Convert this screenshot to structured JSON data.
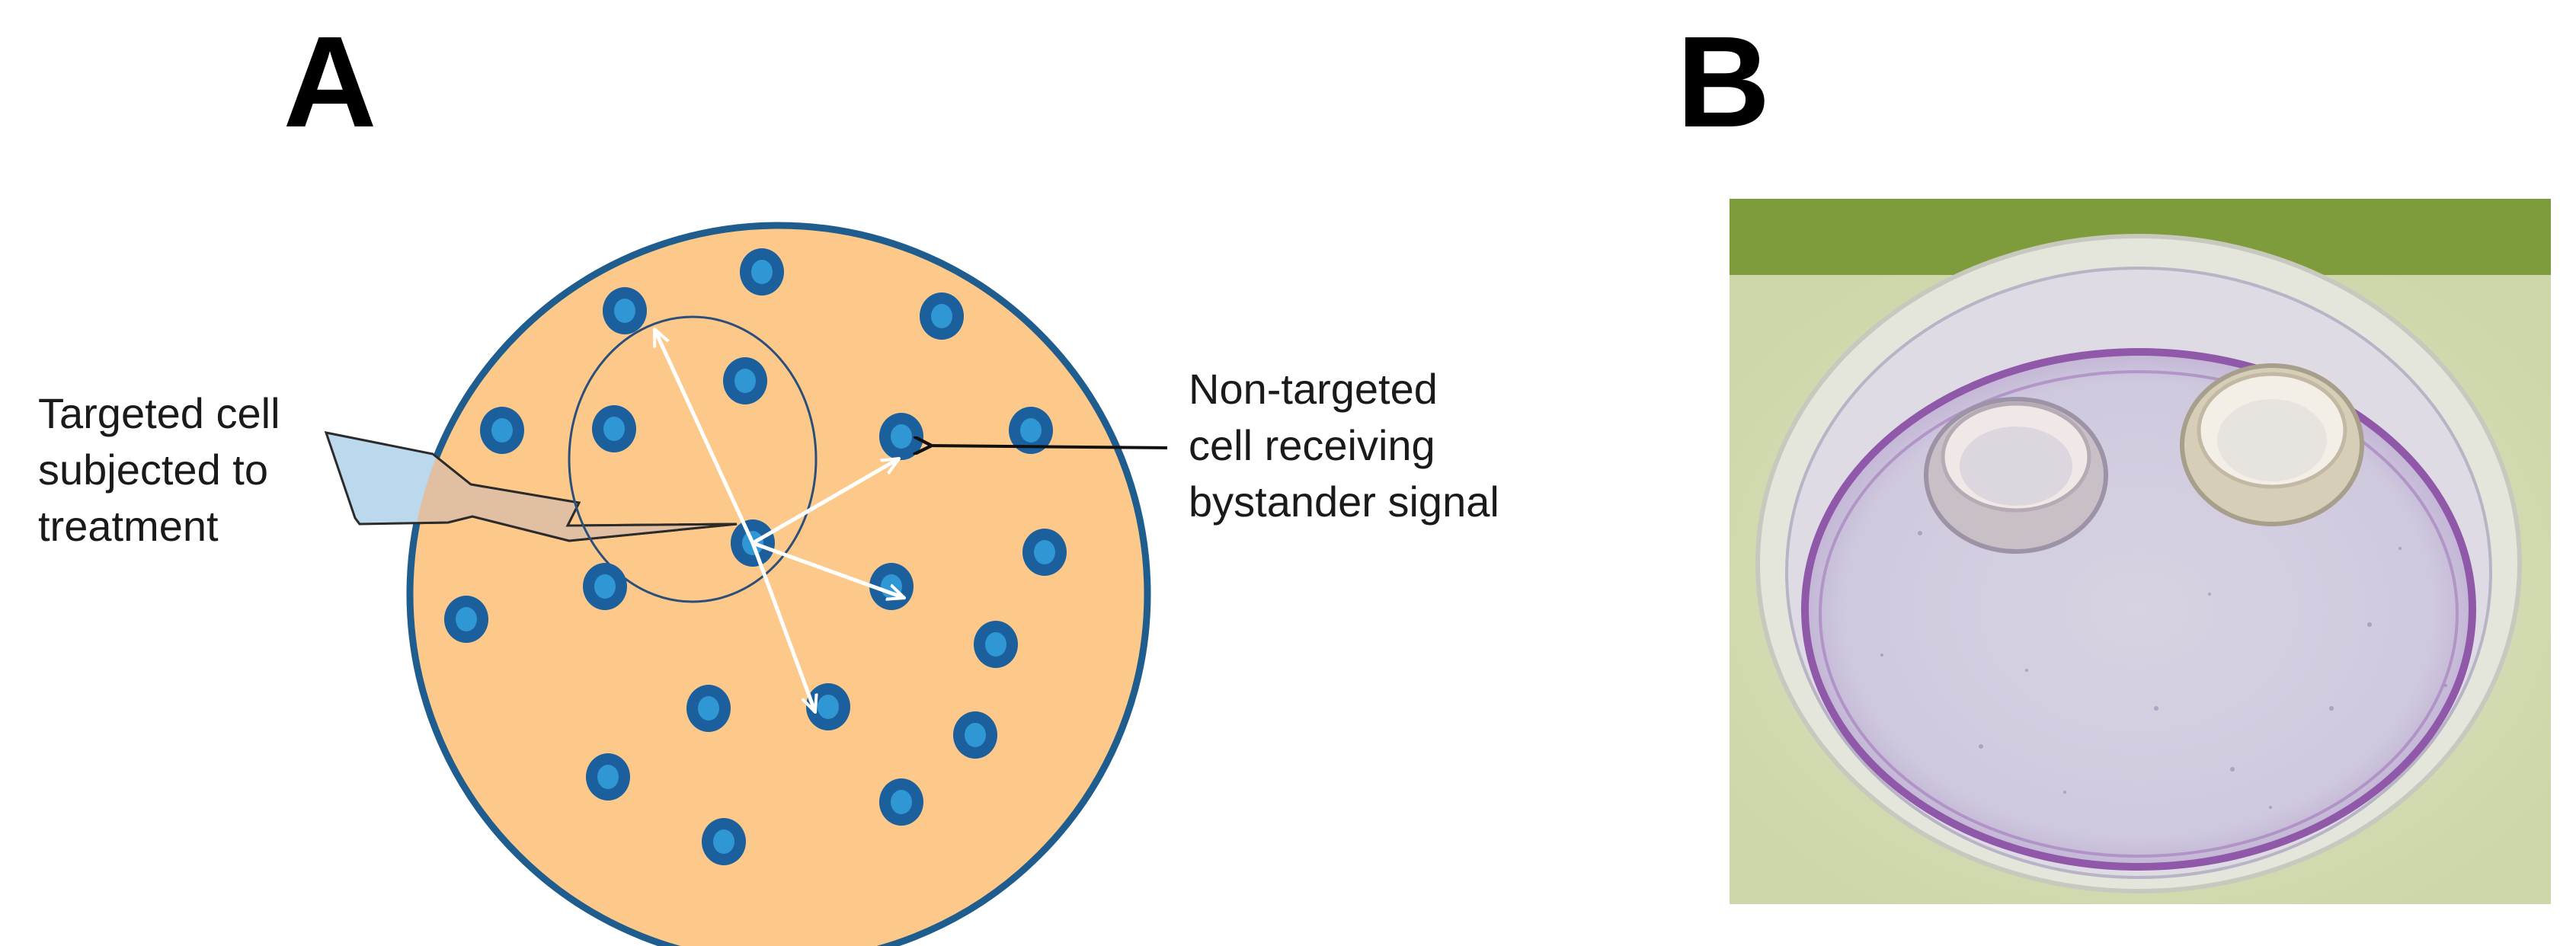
{
  "panel_a": {
    "label": "A",
    "annotations": {
      "targeted": [
        "Targeted cell",
        "subjected to",
        "treatment"
      ],
      "non_targeted": [
        "Non-targeted",
        "cell receiving",
        "bystander signal"
      ]
    },
    "colors": {
      "dish_fill": "#fdc98a",
      "dish_edge": "#1f5d8f",
      "cell_outer": "#1b5f9c",
      "cell_inner": "#2f97d3",
      "signal_arrow": "#ffffff",
      "beam_fill": "#e0bfa2",
      "beam_outside_fill": "#bcd8ec"
    }
  },
  "panel_b": {
    "label": "B",
    "photo": "petri-dish-with-two-cloning-rings"
  }
}
